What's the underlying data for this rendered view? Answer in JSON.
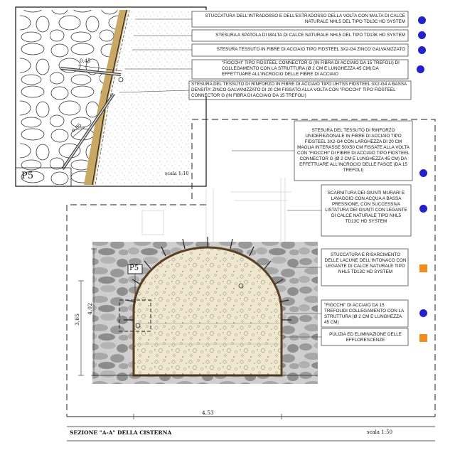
{
  "detail": {
    "id_label": "P5",
    "scale": "scala 1:10",
    "dim_a": "0.45",
    "dim_b": "0.05"
  },
  "section": {
    "title": "SEZIONE \"A-A\" DELLA CISTERNA",
    "scale": "scala 1:50",
    "marker_label": "P5",
    "height_outer": "4,02",
    "height_inner": "3,65",
    "width": "4,53"
  },
  "colors": {
    "bullet_blue": "#2222cc",
    "bullet_orange": "#f28c1e",
    "line": "#111111"
  },
  "notes_top": [
    {
      "text": "STUCCATURA DELL'INTRADOSSO E DELL'ESTRADOSSO DELLA VOLTA CON MALTA DI CALCE NATURALE NHL5 DEL TIPO TD13C HD SYSTEM",
      "marker": "blue"
    },
    {
      "text": "STESURA A SPATOLA  DI MALTA DI CALCE NATURALE NHL5 DEL TIPO TD13K HD SYSTEM",
      "marker": "blue"
    },
    {
      "text": "STESURA TESSUTO IN FIBRE DI ACCIAIO TIPO FIDSTEEL 3X2-G4 ZINCO GALVANIZZATO",
      "marker": "blue"
    },
    {
      "text": "\"FIOCCHI\" TIPO FIDSTEEL CONNECTOR G (IN FIBRA DI ACCIAIO DA 15 TREFOLI) DI COLLEGAMENTO CON LA STRUTTURA (Ø 2 CM E LUNGHEZZA 45 CM) DA EFFETTUARE ALL'INCROCIO DELLE FIBRE DI ACCIAIO",
      "marker": "blue"
    },
    {
      "text": "STESURA DEL TESSUTO DI RINFORZO IN FIBRE DI ACCIAIO TIPO UHTSS FIDSTEEL 3X2-G4 A BASSA DENSITA' ZINCO GALVANIZZATO DI 20 CM FISSATO ALLA VOLTA CON \"FIOCCHI\" TIPO FIDSTEEL CONNECTOR G (IN FIBRA DI ACCIAIO DA 15 TREFOLI)",
      "marker": "none"
    }
  ],
  "notes_right": [
    {
      "text": "STESURA DEL TESSUTO DI RINFORZO UNIDEREZIONALE IN FIBRE DI ACCIAIO TIPO FIDSTEEL 3X2-G4 CON LARGHEZZA DI 20 CM MAGLIA INTERASSE 50X50 CM FISSATE ALLA VOLTA CON \"FIOCCHI\" DI FIBRE DI ACCIAIO TIPO FIDSTEEL CONNECTOR G (Ø 2 CM E LUNGHEZZA 45 CM) DA EFFETTUARE ALL'INCROCIO DELLE FASCE (DA 15 TREFOLI)",
      "marker": "blue"
    },
    {
      "text": "SCARNITURA DEI GIUNTI MURARI E LAVAGGIO CON ACQUA A BASSA PRESSIONE, CON SUCCESSIVA LISTATURA DEI GIUNTI CON LEGANTE DI CALCE NATURALE TIPO NHL5 TD13C HD SYSTEM",
      "marker": "blue"
    },
    {
      "text": "STUCCATURA E RISARCIMENTO DELLE LACUNE DELL'INTONACO CON LEGANTE  DI CALCE NATURALE TIPO NHL5 TD13C HD SYSTEM",
      "marker": "orange"
    },
    {
      "text": "\"FIOCCHI\" DI ACCIAIO DA 15 TREFOLIDI COLLEGAMENTO CON LA STRUTTURA (Ø 2 CM E LUNGHEZZA 45 CM)",
      "marker": "blue"
    },
    {
      "text": "PULIZIA ED ELIMINAZIONE DELLE EFFLORESCENZE",
      "marker": "orange"
    }
  ]
}
